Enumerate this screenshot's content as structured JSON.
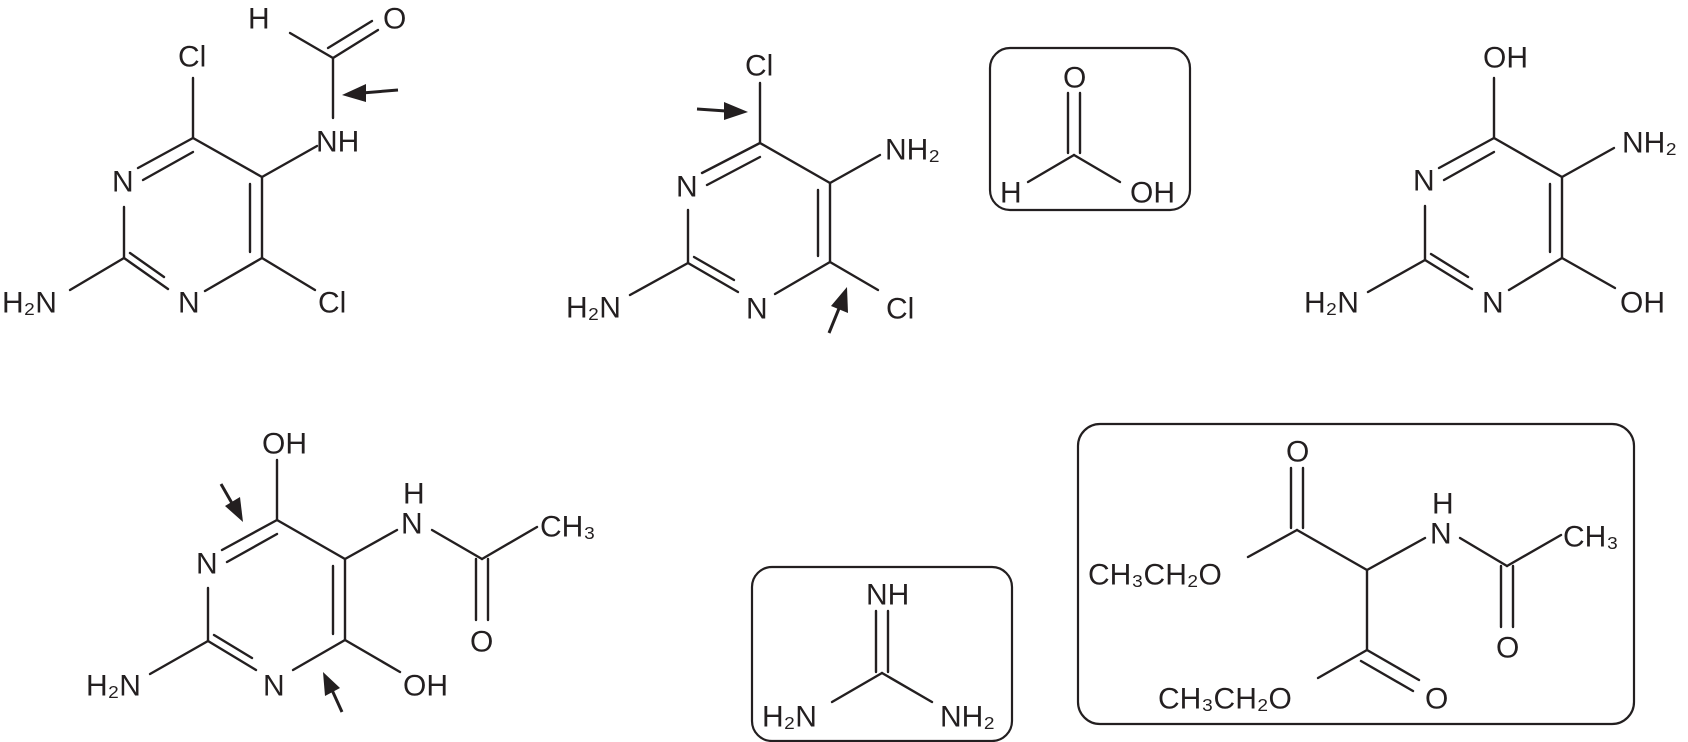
{
  "diagram": {
    "molecules": [
      {
        "id": "formamido-dichloropyrimidine",
        "boxed": false,
        "atoms": {
          "cl_top": {
            "text": "Cl"
          },
          "h_ald": {
            "text": "H"
          },
          "o_ald": {
            "text": "O"
          },
          "nh": {
            "text": "NH"
          },
          "n_ring": {
            "text": "N"
          },
          "n_ring2": {
            "text": "N"
          },
          "nh2": {
            "text": "H₂N"
          },
          "cl_bot": {
            "text": "Cl"
          }
        }
      },
      {
        "id": "amino-dichloropyrimidine",
        "boxed": false,
        "atoms": {
          "cl_top": {
            "text": "Cl"
          },
          "n_ring": {
            "text": "N"
          },
          "nh2_right": {
            "text": "NH₂"
          },
          "nh2_left": {
            "text": "H₂N"
          },
          "n_ring2": {
            "text": "N"
          },
          "cl_bot": {
            "text": "Cl"
          }
        }
      },
      {
        "id": "formic-acid",
        "boxed": true,
        "atoms": {
          "o": {
            "text": "O"
          },
          "h": {
            "text": "H"
          },
          "oh": {
            "text": "OH"
          }
        }
      },
      {
        "id": "diamino-dihydroxypyrimidine",
        "boxed": false,
        "atoms": {
          "oh_top": {
            "text": "OH"
          },
          "n_ring": {
            "text": "N"
          },
          "nh2_right": {
            "text": "NH₂"
          },
          "nh2_left": {
            "text": "H₂N"
          },
          "n_ring2": {
            "text": "N"
          },
          "oh_bot": {
            "text": "OH"
          }
        }
      },
      {
        "id": "acetamido-dihydroxypyrimidine",
        "boxed": false,
        "atoms": {
          "oh_top": {
            "text": "OH"
          },
          "h_amide": {
            "text": "H"
          },
          "n_amide": {
            "text": "N"
          },
          "ch3": {
            "text": "CH₃"
          },
          "n_ring": {
            "text": "N"
          },
          "o_amide": {
            "text": "O"
          },
          "nh2": {
            "text": "H₂N"
          },
          "n_ring2": {
            "text": "N"
          },
          "oh_bot": {
            "text": "OH"
          }
        }
      },
      {
        "id": "guanidine",
        "boxed": true,
        "atoms": {
          "nh": {
            "text": "NH"
          },
          "nh2_left": {
            "text": "H₂N"
          },
          "nh2_right": {
            "text": "NH₂"
          }
        }
      },
      {
        "id": "diethyl-acetamidomalonate",
        "boxed": true,
        "atoms": {
          "o_top": {
            "text": "O"
          },
          "h": {
            "text": "H"
          },
          "n": {
            "text": "N"
          },
          "ch3": {
            "text": "CH₃"
          },
          "oet_top": {
            "text": "CH₃CH₂O"
          },
          "o_amide": {
            "text": "O"
          },
          "oet_bot": {
            "text": "CH₃CH₂O"
          },
          "o_bot": {
            "text": "O"
          }
        }
      }
    ],
    "arrows": [
      {
        "id": "arrow-formamide-n",
        "target": "formamido-dichloropyrimidine nitrogen"
      },
      {
        "id": "arrow-c4-cl",
        "target": "amino-dichloropyrimidine C4"
      },
      {
        "id": "arrow-c6-cl",
        "target": "amino-dichloropyrimidine C6"
      },
      {
        "id": "arrow-c4-oh",
        "target": "acetamido-dihydroxypyrimidine C4"
      },
      {
        "id": "arrow-c6-oh",
        "target": "acetamido-dihydroxypyrimidine C6"
      }
    ],
    "colors": {
      "ink": "#231f20",
      "background": "#ffffff"
    }
  }
}
